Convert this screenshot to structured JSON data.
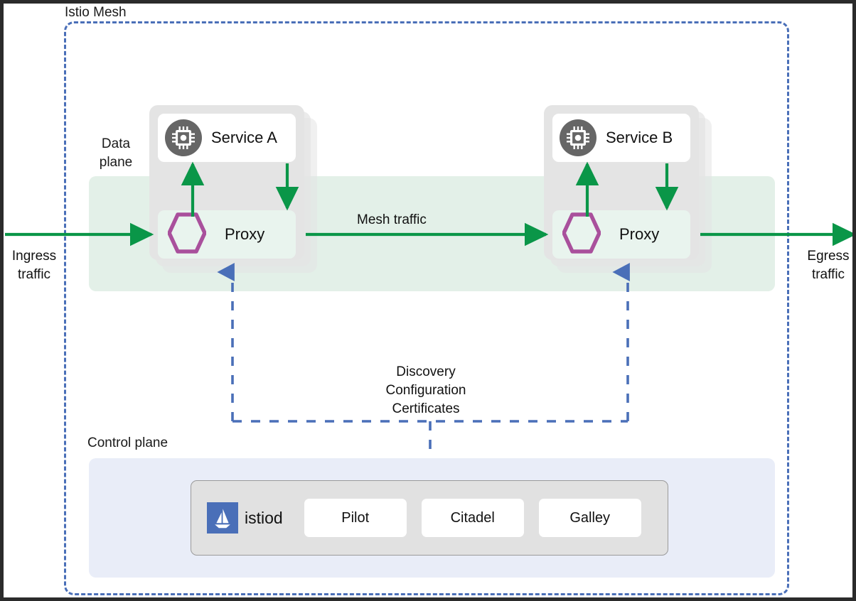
{
  "diagram": {
    "title": "Istio Mesh",
    "mesh_border_color": "#4A6FB8",
    "traffic_arrow_color": "#0A9648",
    "control_arrow_color": "#4A6FB8",
    "hexagon_color": "#A9509C",
    "data_plane_band_color": "#E3F0E8",
    "control_plane_panel_color": "#E9EDF8",
    "pod_color": "#E4E4E4",
    "istiod_logo_color": "#4A6FB8"
  },
  "labels": {
    "data_plane": "Data\nplane",
    "data_plane_line1": "Data",
    "data_plane_line2": "plane",
    "control_plane": "Control plane",
    "mesh_traffic": "Mesh traffic",
    "ingress_line1": "Ingress",
    "ingress_line2": "traffic",
    "egress_line1": "Egress",
    "egress_line2": "traffic",
    "xds_line1": "Discovery",
    "xds_line2": "Configuration",
    "xds_line3": "Certificates"
  },
  "pods": [
    {
      "id": "pod-a",
      "service_label": "Service A",
      "service_icon": "microchip-icon",
      "proxy_label": "Proxy",
      "proxy_icon": "hexagon-icon"
    },
    {
      "id": "pod-b",
      "service_label": "Service B",
      "service_icon": "microchip-icon",
      "proxy_label": "Proxy",
      "proxy_icon": "hexagon-icon"
    }
  ],
  "control_plane": {
    "istiod_label": "istiod",
    "istiod_icon": "istio-sailboat-icon",
    "components": [
      {
        "label": "Pilot"
      },
      {
        "label": "Citadel"
      },
      {
        "label": "Galley"
      }
    ]
  }
}
